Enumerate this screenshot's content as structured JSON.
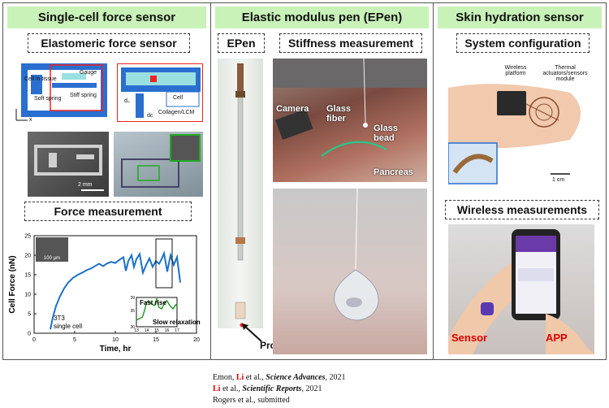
{
  "columns": {
    "left": {
      "title": "Single-cell force sensor",
      "sub1": "Elastomeric force sensor",
      "sub2": "Force measurement",
      "schematic_labels": {
        "cell": "Cell in tissue",
        "soft_spring": "Soft spring",
        "stiff_spring": "Stiff spring",
        "gauge": "Gauge",
        "axis": "x"
      },
      "zoom_labels": {
        "cell": "Cell",
        "collagen": "Collagen/LCM",
        "d0": "d₀",
        "dc": "dᴄ"
      },
      "sem_scale": "2 mm"
    },
    "middle": {
      "title": "Elastic modulus pen (EPen)",
      "sub1": "EPen",
      "sub2": "Stiffness measurement",
      "probe_label": "Probe",
      "photo_labels": {
        "camera": "Camera",
        "fiber": "Glass fiber",
        "bead": "Glass bead",
        "pancreas": "Pancreas"
      }
    },
    "right": {
      "title": "Skin hydration sensor",
      "sub1": "System configuration",
      "sub2": "Wireless measurements",
      "config_labels": {
        "platform": "Wireless platform",
        "module": "Thermal actuators/sensors module",
        "scale": "1 cm"
      },
      "wireless_labels": {
        "sensor": "Sensor",
        "app": "APP"
      }
    }
  },
  "chart_data": {
    "type": "line",
    "ylabel": "Cell Force (nN)",
    "xlabel": "Time, hr",
    "xlim": [
      0,
      20
    ],
    "ylim": [
      0,
      25
    ],
    "xticks": [
      0,
      5,
      10,
      15,
      20
    ],
    "yticks": [
      0,
      5,
      10,
      15,
      20,
      25
    ],
    "annotations": {
      "cell_line": "3T3",
      "cell_desc": "single cell",
      "inset_scale": "100 µm",
      "fast": "Fast rise",
      "slow": "Slow relaxation"
    },
    "series": [
      {
        "x": [
          2,
          2.3,
          2.7,
          3.2,
          3.7,
          4.2,
          4.8,
          5.4,
          6.0,
          6.5,
          7.0,
          7.5,
          8.0,
          8.5,
          9.0,
          9.5,
          10.0,
          10.5,
          11.0,
          11.3,
          11.6,
          12.0,
          12.3,
          12.6,
          13.0,
          13.4,
          13.8,
          14.2,
          14.6,
          15.0,
          15.4,
          15.7,
          16.0,
          16.4,
          16.8,
          17.2,
          17.6,
          18.0
        ],
        "y": [
          1,
          4,
          7,
          9.5,
          11.5,
          13,
          14.2,
          15,
          15.6,
          16.2,
          16.6,
          17.2,
          17.8,
          17.2,
          17.9,
          18.3,
          18,
          18.8,
          19.5,
          16,
          18.5,
          20,
          17,
          19,
          20.3,
          15.5,
          17.5,
          19.2,
          17,
          18.5,
          17.8,
          19,
          20.5,
          15.8,
          20,
          17.5,
          19.5,
          13
        ]
      }
    ],
    "inset": {
      "xticks": [
        13,
        14,
        15,
        16,
        17
      ],
      "yticks": [
        30,
        35,
        39
      ],
      "x": [
        13,
        13.3,
        13.6,
        13.8,
        14.0,
        14.2,
        14.5,
        14.8,
        15.0,
        15.2,
        15.5,
        15.8,
        16.0,
        16.3,
        16.6,
        16.9,
        17.0
      ],
      "y": [
        32,
        32.5,
        33,
        35,
        37.5,
        38,
        37,
        36.5,
        38.5,
        36,
        35.5,
        37.5,
        38,
        36.5,
        35.5,
        36.8,
        36.5
      ]
    }
  },
  "references": [
    {
      "pre": "Emon, ",
      "hl": "Li",
      "post": " et al., ",
      "journal": "Science Advances",
      "year": ", 2021"
    },
    {
      "pre": "",
      "hl": "Li",
      "post": " et al., ",
      "journal": "Scientific Reports",
      "year": ", 2021"
    },
    {
      "pre": "Rogers et al., submitted",
      "hl": "",
      "post": "",
      "journal": "",
      "year": ""
    }
  ]
}
